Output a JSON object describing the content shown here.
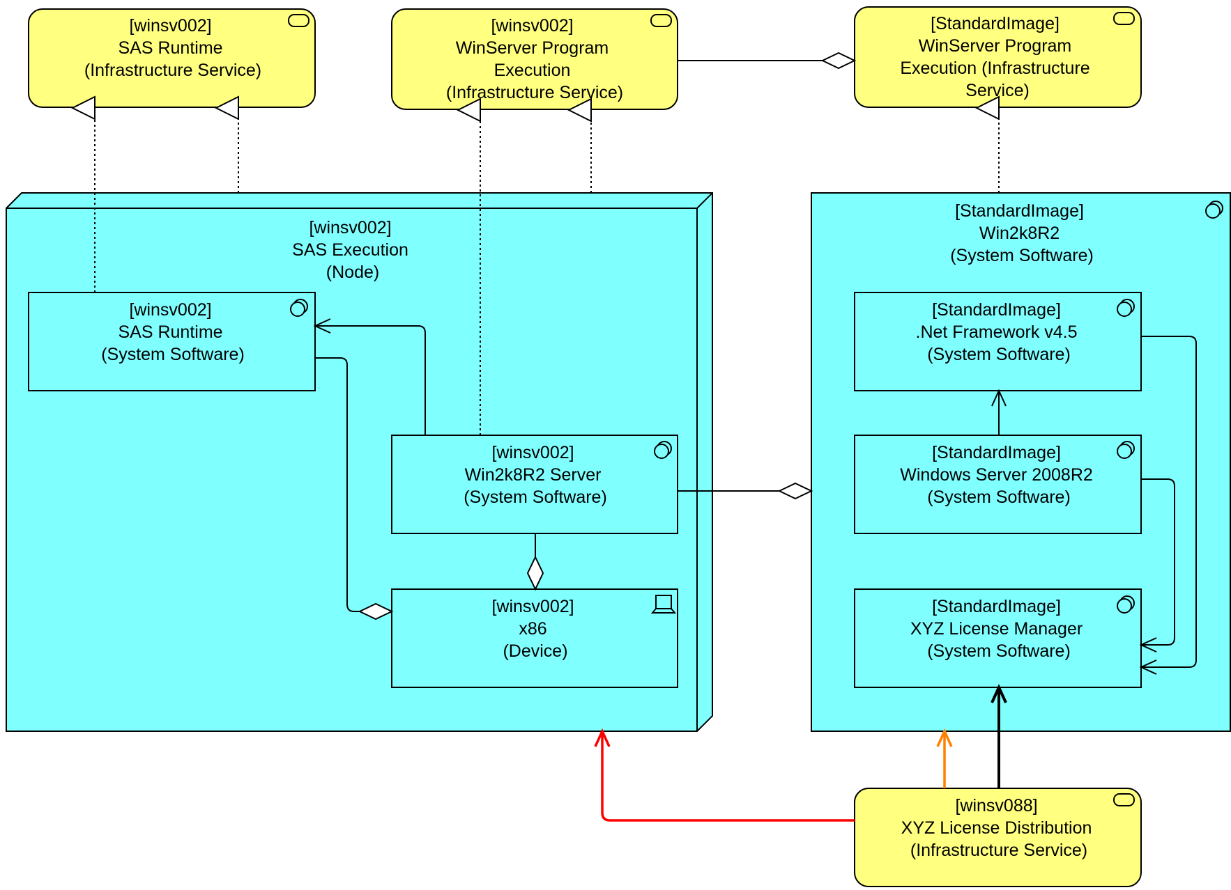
{
  "colors": {
    "service_fill": "#ffff80",
    "software_fill": "#80ffff",
    "stroke": "#000000",
    "red_flow": "#ff0000",
    "orange_flow": "#ff8000"
  },
  "services": {
    "sas_runtime": [
      "[winsv002]",
      "SAS Runtime",
      "(Infrastructure Service)"
    ],
    "winserver_exec": [
      "[winsv002]",
      "WinServer Program",
      "Execution",
      "(Infrastructure Service)"
    ],
    "std_winserver_exec": [
      "[StandardImage]",
      "WinServer Program",
      "Execution (Infrastructure",
      "Service)"
    ],
    "license_distribution": [
      "[winsv088]",
      "XYZ License Distribution",
      "(Infrastructure Service)"
    ]
  },
  "node": {
    "sas_execution": [
      "[winsv002]",
      "SAS Execution",
      "(Node)"
    ]
  },
  "software": {
    "sas_runtime": [
      "[winsv002]",
      "SAS Runtime",
      "(System Software)"
    ],
    "win2k8r2_server": [
      "[winsv002]",
      "Win2k8R2 Server",
      "(System Software)"
    ],
    "std_win2k8r2": [
      "[StandardImage]",
      "Win2k8R2",
      "(System Software)"
    ],
    "net_framework": [
      "[StandardImage]",
      ".Net Framework v4.5",
      "(System Software)"
    ],
    "windows_server_2008r2": [
      "[StandardImage]",
      "Windows Server 2008R2",
      "(System Software)"
    ],
    "license_manager": [
      "[StandardImage]",
      "XYZ License Manager",
      "(System Software)"
    ]
  },
  "device": {
    "x86": [
      "[winsv002]",
      "x86",
      "(Device)"
    ]
  },
  "icons": {
    "service": "service-icon",
    "system_software": "system-software-icon",
    "device": "device-icon"
  }
}
